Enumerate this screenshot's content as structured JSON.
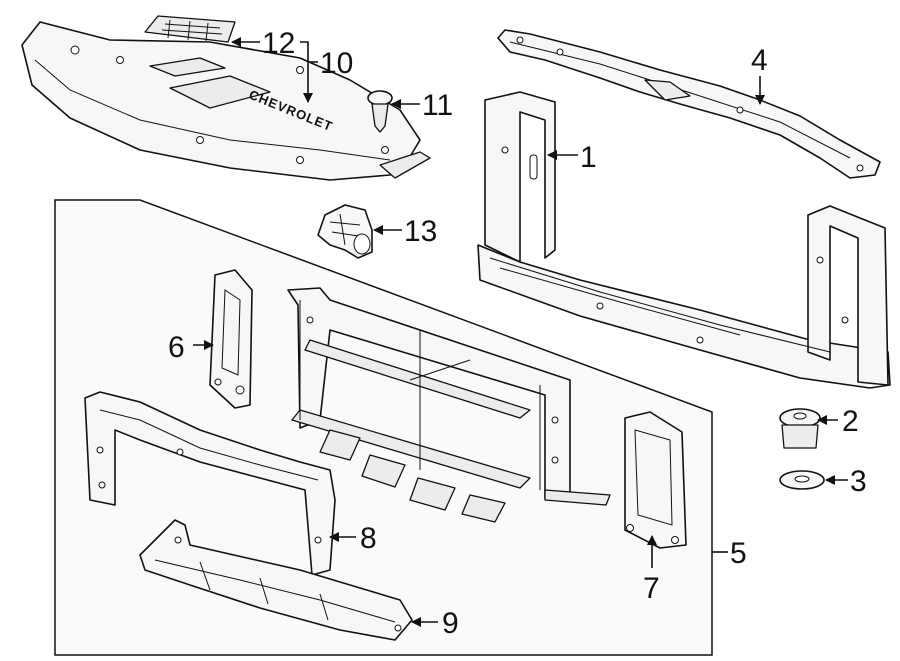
{
  "callouts": {
    "c1": "1",
    "c2": "2",
    "c3": "3",
    "c4": "4",
    "c5": "5",
    "c6": "6",
    "c7": "7",
    "c8": "8",
    "c9": "9",
    "c10": "10",
    "c11": "11",
    "c12": "12",
    "c13": "13"
  },
  "emboss_text": "CHEVROLET"
}
